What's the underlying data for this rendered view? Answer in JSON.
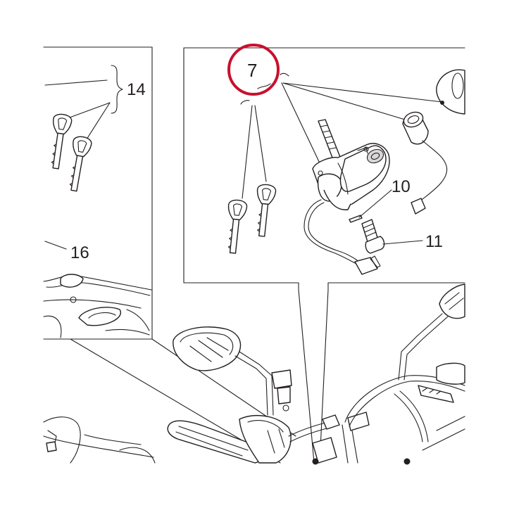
{
  "callouts": {
    "c7": "7",
    "c10": "10",
    "c11": "11",
    "c14": "14",
    "c16": "16"
  },
  "colors": {
    "line": "#231f20",
    "highlight_circle": "#c8102e",
    "background": "#ffffff"
  }
}
